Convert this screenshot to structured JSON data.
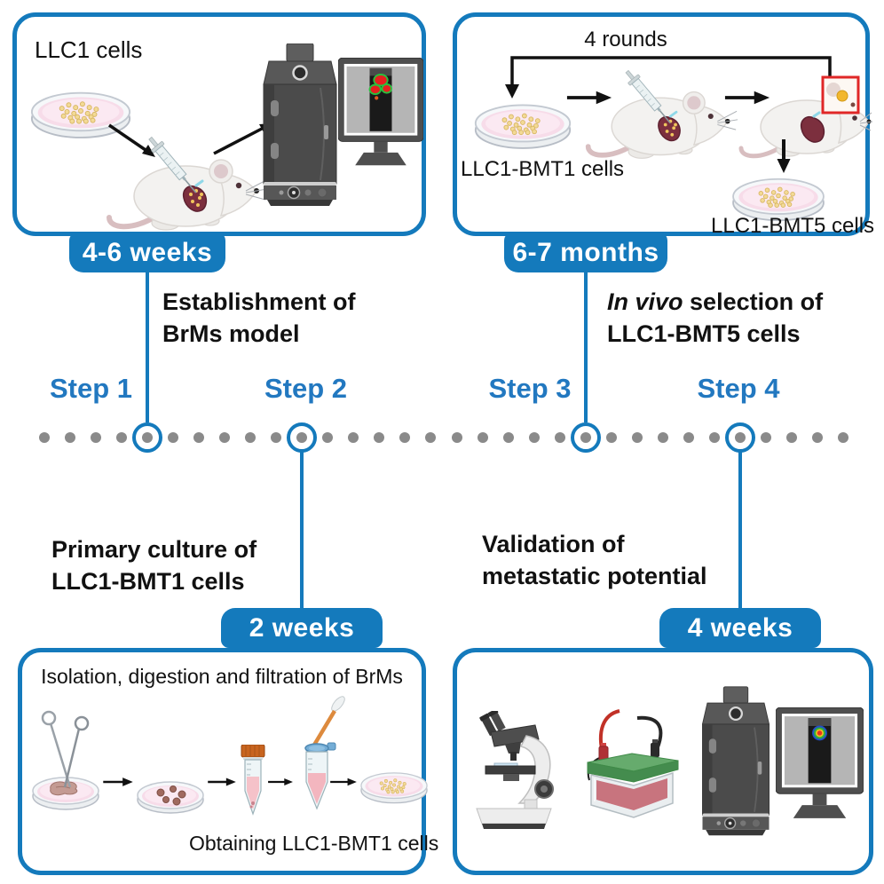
{
  "colors": {
    "accent_blue": "#147abc",
    "step_label_blue": "#2278c0",
    "timeline_dot_gray": "#8a8a8a",
    "badge_text": "#ffffff",
    "body_text": "#111111",
    "highlight_box_red": "#e02727"
  },
  "steps": [
    {
      "label": "Step 1",
      "badge": "4-6 weeks",
      "caption_line1": "Establishment of",
      "caption_line2": "BrMs model"
    },
    {
      "label": "Step 2",
      "badge": "2 weeks",
      "caption_line1": "Primary culture of",
      "caption_line2": "LLC1-BMT1 cells"
    },
    {
      "label": "Step 3",
      "badge": "6-7 months",
      "caption_italic": "In vivo",
      "caption_rest": " selection of",
      "caption_line2": "LLC1-BMT5 cells"
    },
    {
      "label": "Step 4",
      "badge": "4 weeks",
      "caption_line1": "Validation of",
      "caption_line2": "metastatic potential"
    }
  ],
  "panel_establishment": {
    "cells_label": "LLC1 cells"
  },
  "panel_selection": {
    "rounds_label": "4 rounds",
    "input_cells_label": "LLC1-BMT1 cells",
    "output_cells_label": "LLC1-BMT5 cells"
  },
  "panel_culture": {
    "title": "Isolation, digestion and filtration of BrMs",
    "result_label": "Obtaining LLC1-BMT1 cells"
  },
  "timeline": {
    "dot_count": 32
  },
  "icons": {
    "petri_dish_icon": "culture dish with cell colonies",
    "mouse_injection_icon": "mouse receiving intracardiac injection",
    "mouse_brain_metastasis_icon": "mouse with red box highlighting brain metastasis",
    "imaging_system_icon": "in vivo imaging cabinet",
    "monitor_bioluminescence_icon": "monitor showing bioluminescence mouse image",
    "monitor_heatmap_icon": "monitor showing heat-map mouse image",
    "dissection_dish_icon": "scissors dissecting tissue in dish",
    "tissue_pieces_dish_icon": "dish with tissue fragments",
    "orange_cap_tube_icon": "conical tube with orange cap",
    "pipette_tube_icon": "conical tube with open cap and transfer pipette",
    "microscope_icon": "light microscope",
    "electrophoresis_icon": "gel electrophoresis tank with cables",
    "arrow_icon": "process arrow",
    "rounds_bracket_icon": "repeat rounds bracket arrow"
  }
}
